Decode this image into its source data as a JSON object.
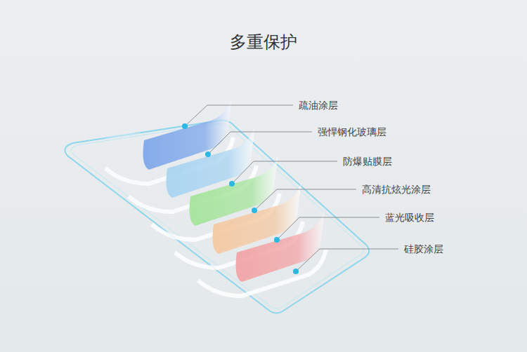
{
  "diagram": {
    "title": "多重保护",
    "labels": [
      "疏油涂层",
      "强悍钢化玻璃层",
      "防爆贴膜层",
      "高清抗炫光涂层",
      "蓝光吸收层",
      "硅胶涂层"
    ]
  }
}
